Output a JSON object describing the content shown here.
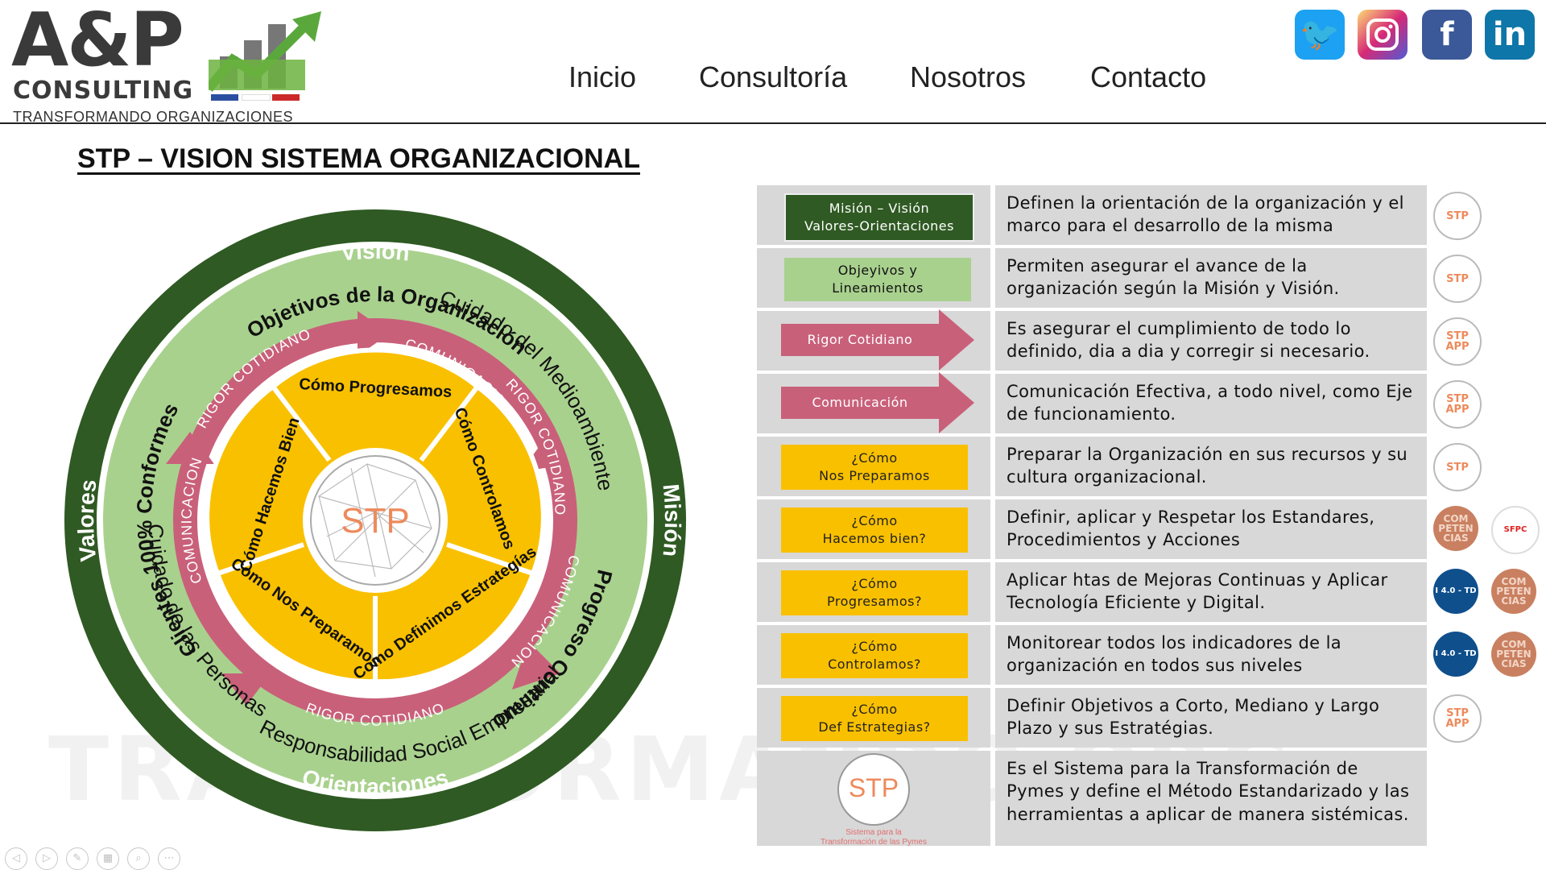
{
  "header": {
    "brand": "A&P",
    "brand_sub": "CONSULTING",
    "tagline": "TRANSFORMANDO ORGANIZACIONES",
    "nav": [
      "Inicio",
      "Consultoría",
      "Nosotros",
      "Contacto"
    ],
    "social_icons": [
      "twitter-icon",
      "instagram-icon",
      "facebook-icon",
      "linkedin-icon"
    ],
    "social_colors": [
      "#1da1f2",
      "#e1306c",
      "#3b5998",
      "#0e76a8"
    ]
  },
  "page_title": "STP – VISION SISTEMA ORGANIZACIONAL",
  "watermark": "TRANSFORMANDO ORG",
  "diagram": {
    "outer_ring": {
      "top": "Visión",
      "left": "Valores",
      "right": "Misión",
      "bottom": "Orientaciones"
    },
    "green_ring": {
      "top": "Objetivos de la Organización",
      "upper_right": "Cuidado del Medioambiente",
      "right": "Progreso Continuo",
      "bottom": "Responsabilidad Social Empresarial",
      "lower_left": "Cuidado de las Personas",
      "left": "Clientes 100% Conformes"
    },
    "pink_ring": {
      "top_left": "RIGOR COTIDIANO",
      "top_right": "COMUNICACION",
      "right_upper": "RIGOR COTIDIANO",
      "right_lower": "COMUNICACION",
      "bottom": "RIGOR COTIDIANO",
      "left": "COMUNICACION"
    },
    "segments": [
      "Cómo Progresamos",
      "Cómo Controlamos",
      "Como Definimos Estrategías",
      "Como Nos Preparamos",
      "Cómo Hacemos Bien"
    ],
    "center": "STP",
    "colors": {
      "dark_green": "#2f5a23",
      "light_green": "#a9d18e",
      "pink": "#c9607a",
      "gold": "#f9c000"
    }
  },
  "table_rows": [
    {
      "label": "Misión – Visión\nValores-Orientaciones",
      "desc": "Definen la orientación de la organización y el marco para el desarrollo de la misma",
      "style": "dark-green",
      "badges": [
        "STP"
      ]
    },
    {
      "label": "Objeyivos y\nLineamientos",
      "desc": "Permiten asegurar el avance de la organización  según la Misión y Visión.",
      "style": "light-green",
      "badges": [
        "STP"
      ]
    },
    {
      "label": "Rigor Cotidiano",
      "desc": "Es asegurar el cumplimiento de todo lo definido, dia a dia y corregir si necesario.",
      "style": "pink-arrow",
      "badges": [
        "STP APP"
      ]
    },
    {
      "label": "Comunicación",
      "desc": "Comunicación Efectiva, a todo nivel, como Eje de funcionamiento.",
      "style": "pink-arrow",
      "badges": [
        "STP APP"
      ]
    },
    {
      "label": "¿Cómo\nNos Preparamos",
      "desc": "Preparar la Organización en sus recursos y su cultura organizacional.",
      "style": "gold",
      "badges": [
        "STP"
      ]
    },
    {
      "label": "¿Cómo\nHacemos bien?",
      "desc": "Definir, aplicar y Respetar los Estandares, Procedimientos y Acciones",
      "style": "gold",
      "badges": [
        "COM PETEN CIAS",
        "SFPC"
      ]
    },
    {
      "label": "¿Cómo\nProgresamos?",
      "desc": "Aplicar htas de Mejoras Continuas y Aplicar Tecnología Eficiente y Digital.",
      "style": "gold",
      "badges": [
        "I 4.0 - TD",
        "COM PETEN CIAS"
      ]
    },
    {
      "label": "¿Cómo\nControlamos?",
      "desc": "Monitorear todos los indicadores de la organización en todos sus niveles",
      "style": "gold",
      "badges": [
        "I 4.0 - TD",
        "COM PETEN CIAS"
      ]
    },
    {
      "label": "¿Cómo\nDef Estrategias?",
      "desc": "Definir Objetivos a Corto, Mediano y Largo Plazo y sus Estratégias.",
      "style": "gold",
      "badges": [
        "STP APP"
      ]
    },
    {
      "label": "STP",
      "sublabel": "Sistema para la\nTransformación de las Pymes",
      "desc": "Es el Sistema para la Transformación de Pymes y define el Método Estandarizado y las herramientas a aplicar de manera sistémicas.",
      "style": "stp-logo",
      "badges": []
    }
  ],
  "slide_controls": [
    "prev-icon",
    "next-icon",
    "pen-icon",
    "slides-icon",
    "zoom-icon",
    "more-icon"
  ]
}
